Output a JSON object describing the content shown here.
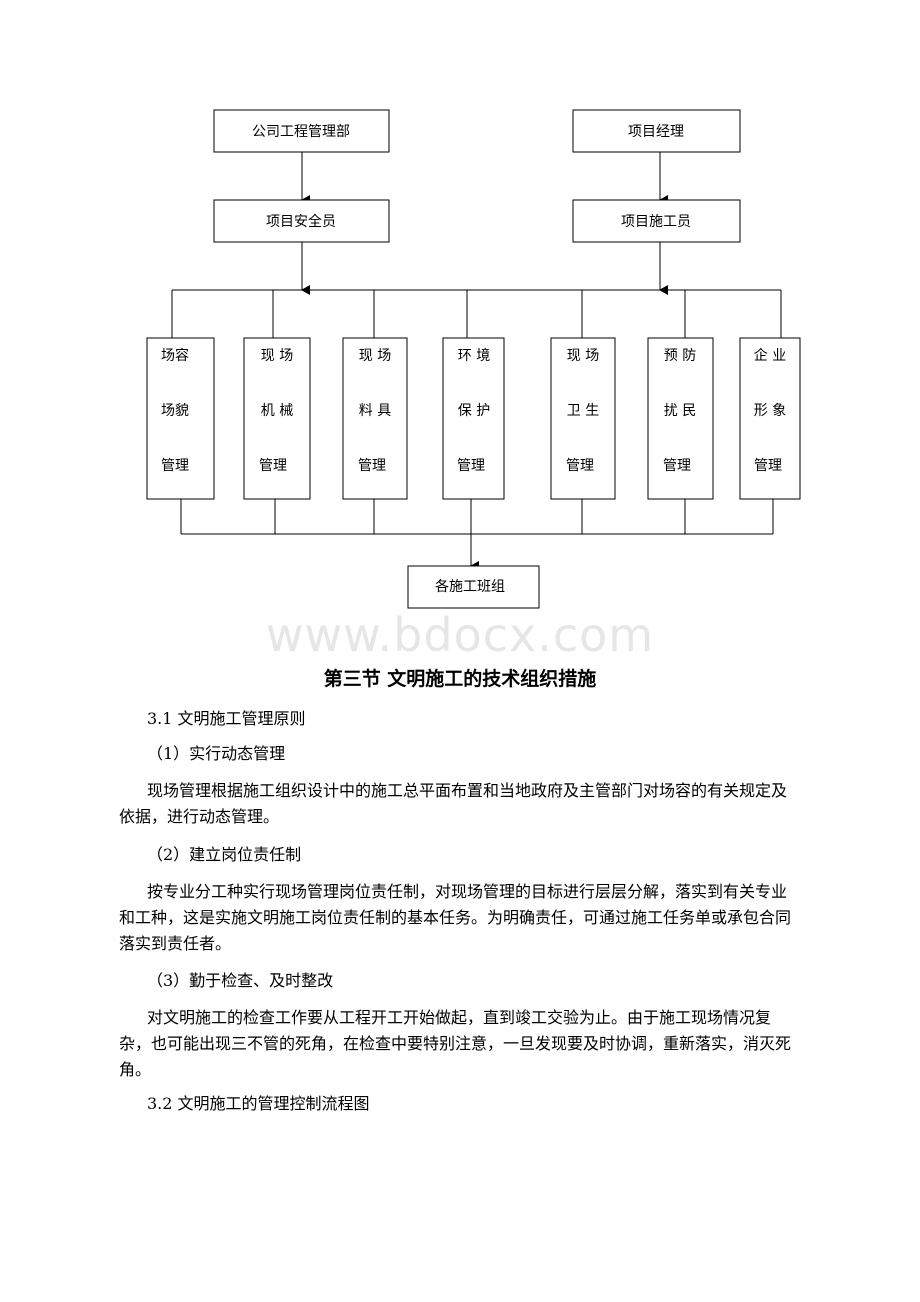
{
  "org_chart": {
    "top_left": "公司工程管理部",
    "top_right": "项目经理",
    "mid_left": "项目安全员",
    "mid_right": "项目施工员",
    "departments": [
      [
        "场容",
        "场貌",
        "管理"
      ],
      [
        "现 场",
        "机 械",
        "管理"
      ],
      [
        "现 场",
        "料 具",
        "管理"
      ],
      [
        "环 境",
        "保 护",
        "管理"
      ],
      [
        "现 场",
        "卫 生",
        "管理"
      ],
      [
        "预 防",
        "扰 民",
        "管理"
      ],
      [
        "企 业",
        "形 象",
        "管理"
      ]
    ],
    "bottom": "各施工班组"
  },
  "watermark": "www.bdocx.com",
  "section": {
    "title": "第三节 文明施工的技术组织措施",
    "h31": "3.1 文明施工管理原则",
    "item1": "（1）实行动态管理",
    "para1": "现场管理根据施工组织设计中的施工总平面布置和当地政府及主管部门对场容的有关规定及依据，进行动态管理。",
    "item2": "（2）建立岗位责任制",
    "para2": "按专业分工种实行现场管理岗位责任制，对现场管理的目标进行层层分解，落实到有关专业和工种，这是实施文明施工岗位责任制的基本任务。为明确责任，可通过施工任务单或承包合同落实到责任者。",
    "item3": "（3）勤于检查、及时整改",
    "para3": "对文明施工的检查工作要从工程开工开始做起，直到竣工交验为止。由于施工现场情况复杂，也可能出现三不管的死角，在检查中要特别注意，一旦发现要及时协调，重新落实，消灭死角。",
    "h32": "3.2 文明施工的管理控制流程图"
  }
}
